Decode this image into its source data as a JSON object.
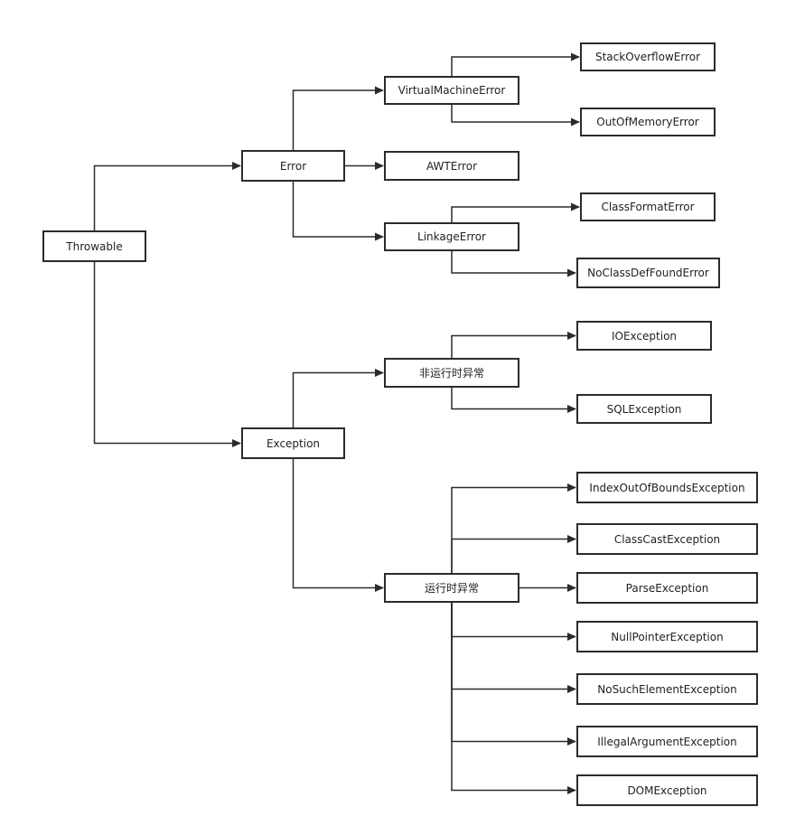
{
  "diagram": {
    "nodes": {
      "throwable": "Throwable",
      "error": "Error",
      "exception": "Exception",
      "vm_error": "VirtualMachineError",
      "awt_error": "AWTError",
      "linkage_error": "LinkageError",
      "stack_overflow": "StackOverflowError",
      "out_of_memory": "OutOfMemoryError",
      "class_format": "ClassFormatError",
      "no_class_def": "NoClassDefFoundError",
      "checked": "非运行时异常",
      "runtime": "运行时异常",
      "io_exception": "IOException",
      "sql_exception": "SQLException",
      "index_out_of_bounds": "IndexOutOfBoundsException",
      "class_cast": "ClassCastException",
      "parse": "ParseException",
      "null_pointer": "NullPointerException",
      "no_such_element": "NoSuchElementException",
      "illegal_argument": "IllegalArgumentException",
      "dom": "DOMException"
    },
    "edges": [
      {
        "from": "throwable",
        "to": "error"
      },
      {
        "from": "throwable",
        "to": "exception"
      },
      {
        "from": "error",
        "to": "vm_error"
      },
      {
        "from": "error",
        "to": "awt_error"
      },
      {
        "from": "error",
        "to": "linkage_error"
      },
      {
        "from": "vm_error",
        "to": "stack_overflow"
      },
      {
        "from": "vm_error",
        "to": "out_of_memory"
      },
      {
        "from": "linkage_error",
        "to": "class_format"
      },
      {
        "from": "linkage_error",
        "to": "no_class_def"
      },
      {
        "from": "exception",
        "to": "checked"
      },
      {
        "from": "exception",
        "to": "runtime"
      },
      {
        "from": "checked",
        "to": "io_exception"
      },
      {
        "from": "checked",
        "to": "sql_exception"
      },
      {
        "from": "runtime",
        "to": "index_out_of_bounds"
      },
      {
        "from": "runtime",
        "to": "class_cast"
      },
      {
        "from": "runtime",
        "to": "parse"
      },
      {
        "from": "runtime",
        "to": "null_pointer"
      },
      {
        "from": "runtime",
        "to": "no_such_element"
      },
      {
        "from": "runtime",
        "to": "illegal_argument"
      },
      {
        "from": "runtime",
        "to": "dom"
      }
    ],
    "colors": {
      "line": "#2b2b2b",
      "box_border": "#2b2b2b",
      "text": "#222222"
    }
  }
}
